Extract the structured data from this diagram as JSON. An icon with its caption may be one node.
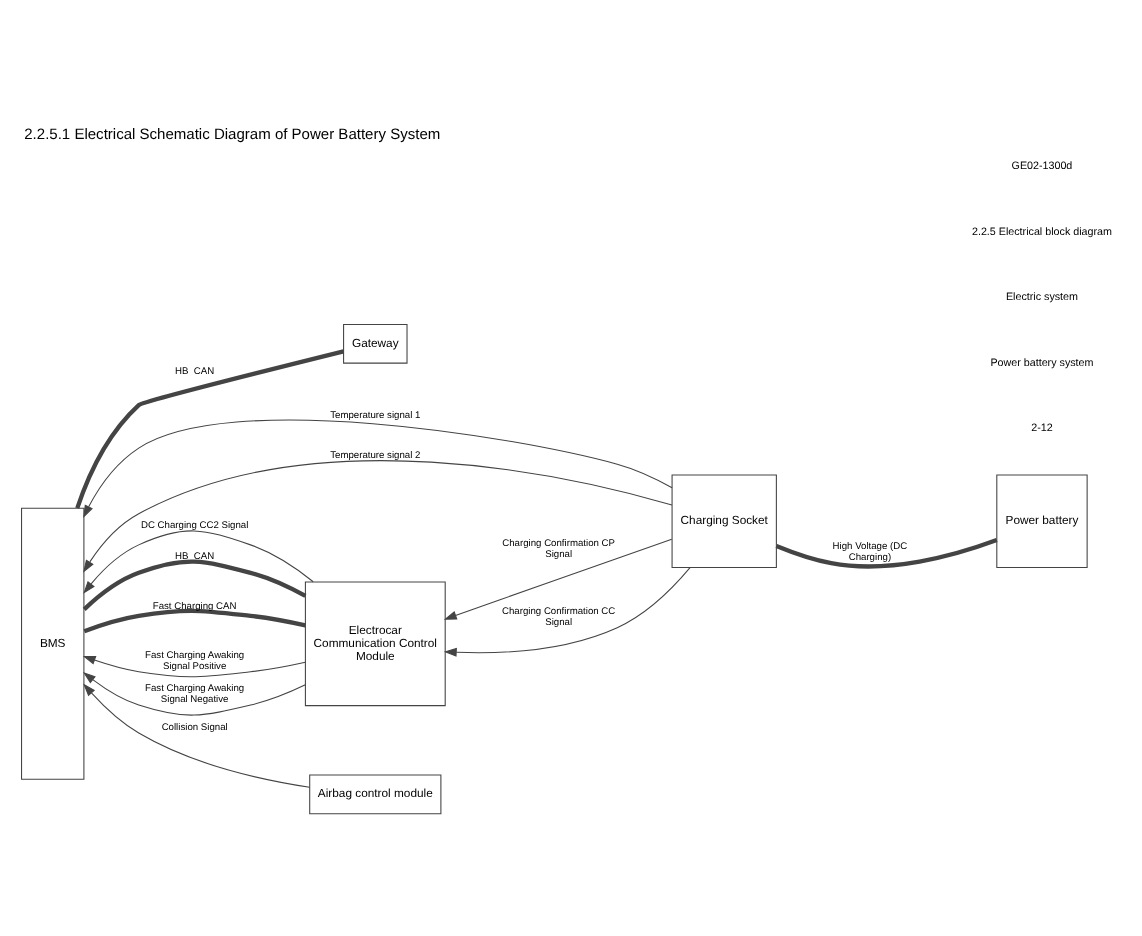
{
  "diagram": {
    "title": "2.2.5.1 Electrical Schematic Diagram of Power Battery System",
    "nodes": [
      {
        "text": [
          "BMS"
        ]
      },
      {
        "text": [
          "Gateway"
        ]
      },
      {
        "text": [
          "Electrocar Communication Control Module"
        ]
      },
      {
        "text": [
          "Charging Socket"
        ]
      },
      {
        "text": [
          "Power battery"
        ]
      },
      {
        "text": [
          "Airbag control module"
        ]
      }
    ],
    "edges": [
      {
        "from": 0,
        "to": 1,
        "arrow": "none",
        "label": "HB  CAN",
        "style": "thick"
      },
      {
        "from": 0,
        "to": 2,
        "arrow": "none",
        "label": "HB  CAN",
        "style": "thick"
      },
      {
        "from": 0,
        "to": 2,
        "arrow": "none",
        "label": "Fast Charging CAN",
        "style": "thick"
      },
      {
        "from": 2,
        "to": 0,
        "arrow": "to",
        "label": "Fast Charging Awaking Signal Positive"
      },
      {
        "from": 2,
        "to": 0,
        "arrow": "to",
        "label": "Fast Charging Awaking Signal Negative"
      },
      {
        "from": 2,
        "to": 0,
        "arrow": "to",
        "label": "DC Charging CC2 Signal"
      },
      {
        "from": 3,
        "to": 2,
        "arrow": "to",
        "label": "Charging Confirmation CP Signal"
      },
      {
        "from": 3,
        "to": 2,
        "arrow": "to",
        "label": "Charging Confirmation CC Signal"
      },
      {
        "from": 3,
        "to": 4,
        "arrow": "none",
        "label": "High Voltage (DC Charging)",
        "style": "thick"
      },
      {
        "from": 3,
        "to": 0,
        "arrow": "to",
        "label": "Temperature signal 1"
      },
      {
        "from": 3,
        "to": 0,
        "arrow": "to",
        "label": "Temperature signal 2"
      },
      {
        "from": 5,
        "to": 0,
        "arrow": "to",
        "label": "Collision Signal"
      }
    ],
    "labels": [
      "2-12",
      "Power battery system",
      "Electric system",
      "2.2.5 Electrical block diagram",
      "GE02-1300d"
    ]
  }
}
